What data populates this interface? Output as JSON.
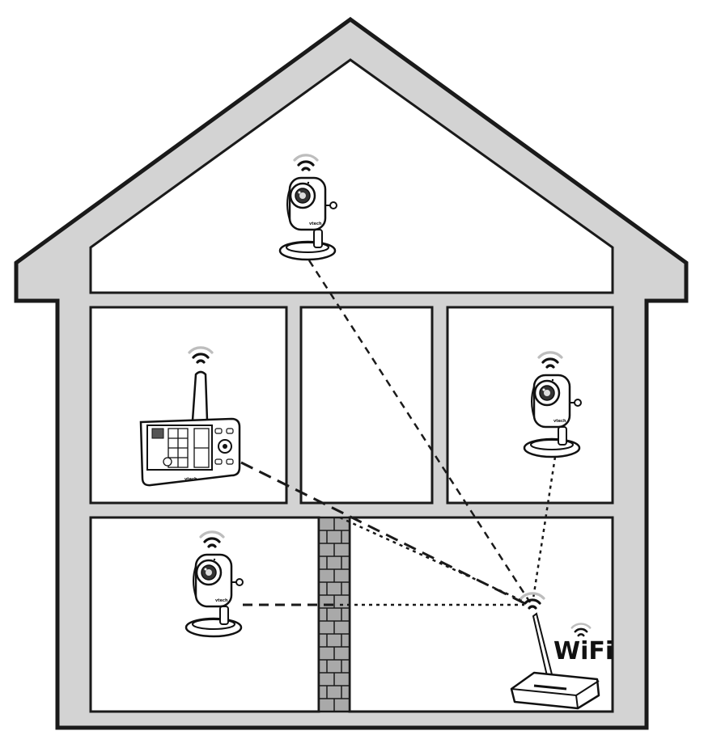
{
  "wifi_label": "WiFi",
  "camera_brand": "vtech",
  "monitor_brand": "vtech",
  "colors": {
    "wall": "#d3d3d3",
    "outline": "#1a1a1a",
    "brick": "#a9a9a9",
    "signal_dark": "#111111",
    "signal_light": "#bdbdbd"
  },
  "devices": [
    {
      "name": "camera-attic",
      "type": "camera"
    },
    {
      "name": "parent-monitor",
      "type": "monitor"
    },
    {
      "name": "camera-right-room",
      "type": "camera"
    },
    {
      "name": "camera-ground-floor",
      "type": "camera"
    },
    {
      "name": "wifi-router",
      "type": "router"
    }
  ]
}
